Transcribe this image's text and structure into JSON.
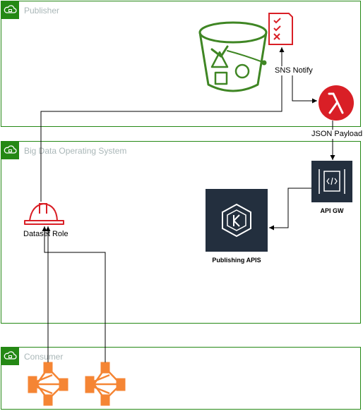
{
  "groups": {
    "publisher": "Publisher",
    "bdos": "Big Data Operating System",
    "consumer": "Consumer"
  },
  "nodes": {
    "s3": "s3-bucket-icon",
    "checklist": "sns-checklist-icon",
    "lambda": "lambda-icon",
    "api_gw_label": "API GW",
    "eks_label": "Publishing APIS",
    "role_label": "Dataset Role",
    "consumer_icon": "consumer-node-icon"
  },
  "edges": {
    "sns_notify": "SNS Notify",
    "json_payload": "JSON Payload"
  },
  "colors": {
    "group_border": "#248814",
    "s3": "#3f8624",
    "lambda": "#d91f26",
    "api_gw": "#232f3e",
    "role": "#d91f26",
    "consumer": "#f58534",
    "group_label": "#aab7b8"
  }
}
